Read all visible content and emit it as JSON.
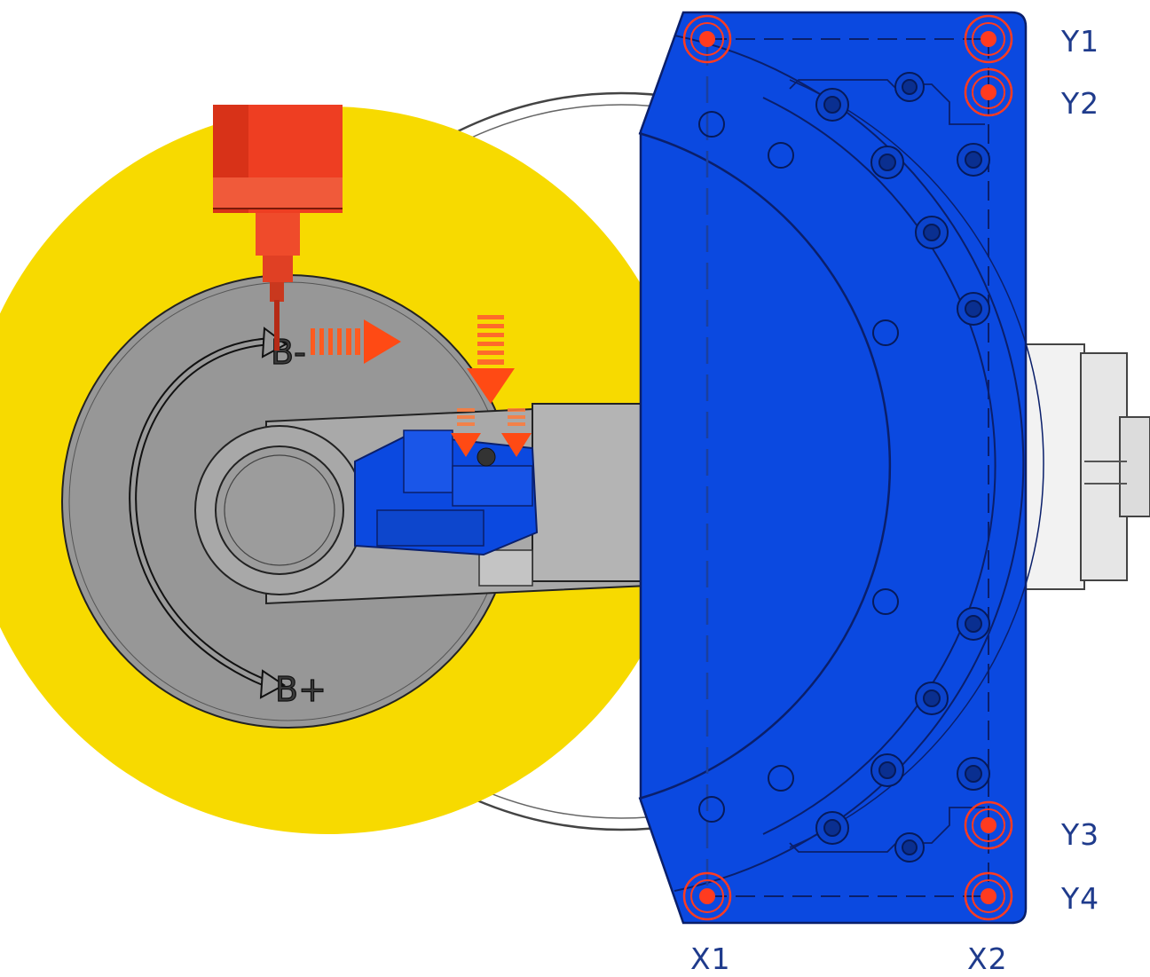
{
  "labels": {
    "y1": "Y1",
    "y2": "Y2",
    "y3": "Y3",
    "y4": "Y4",
    "x1": "X1",
    "x2": "X2",
    "b_minus": "B-",
    "b_plus": "B+"
  },
  "colors": {
    "yellow_disc": "#f7da00",
    "blue_plate": "#0b49e0",
    "label_blue": "#1f3b8c",
    "spindle_red": "#ee3e22",
    "arrow_orange": "#ff5a1f",
    "turntable_gray": "#979797",
    "marker_red": "#ff3b1f"
  }
}
